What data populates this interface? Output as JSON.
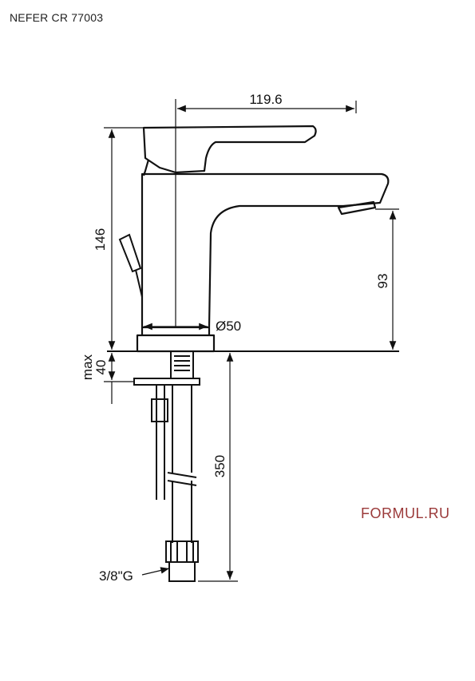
{
  "title": "NEFER CR 77003",
  "watermark": "FORMUL.RU",
  "dimensions": {
    "width_top": "119.6",
    "height_total": "146",
    "spout_height": "93",
    "base_diameter": "Ø50",
    "max_label": "max",
    "max_value": "40",
    "hose_length": "350",
    "thread": "3/8\"G"
  }
}
